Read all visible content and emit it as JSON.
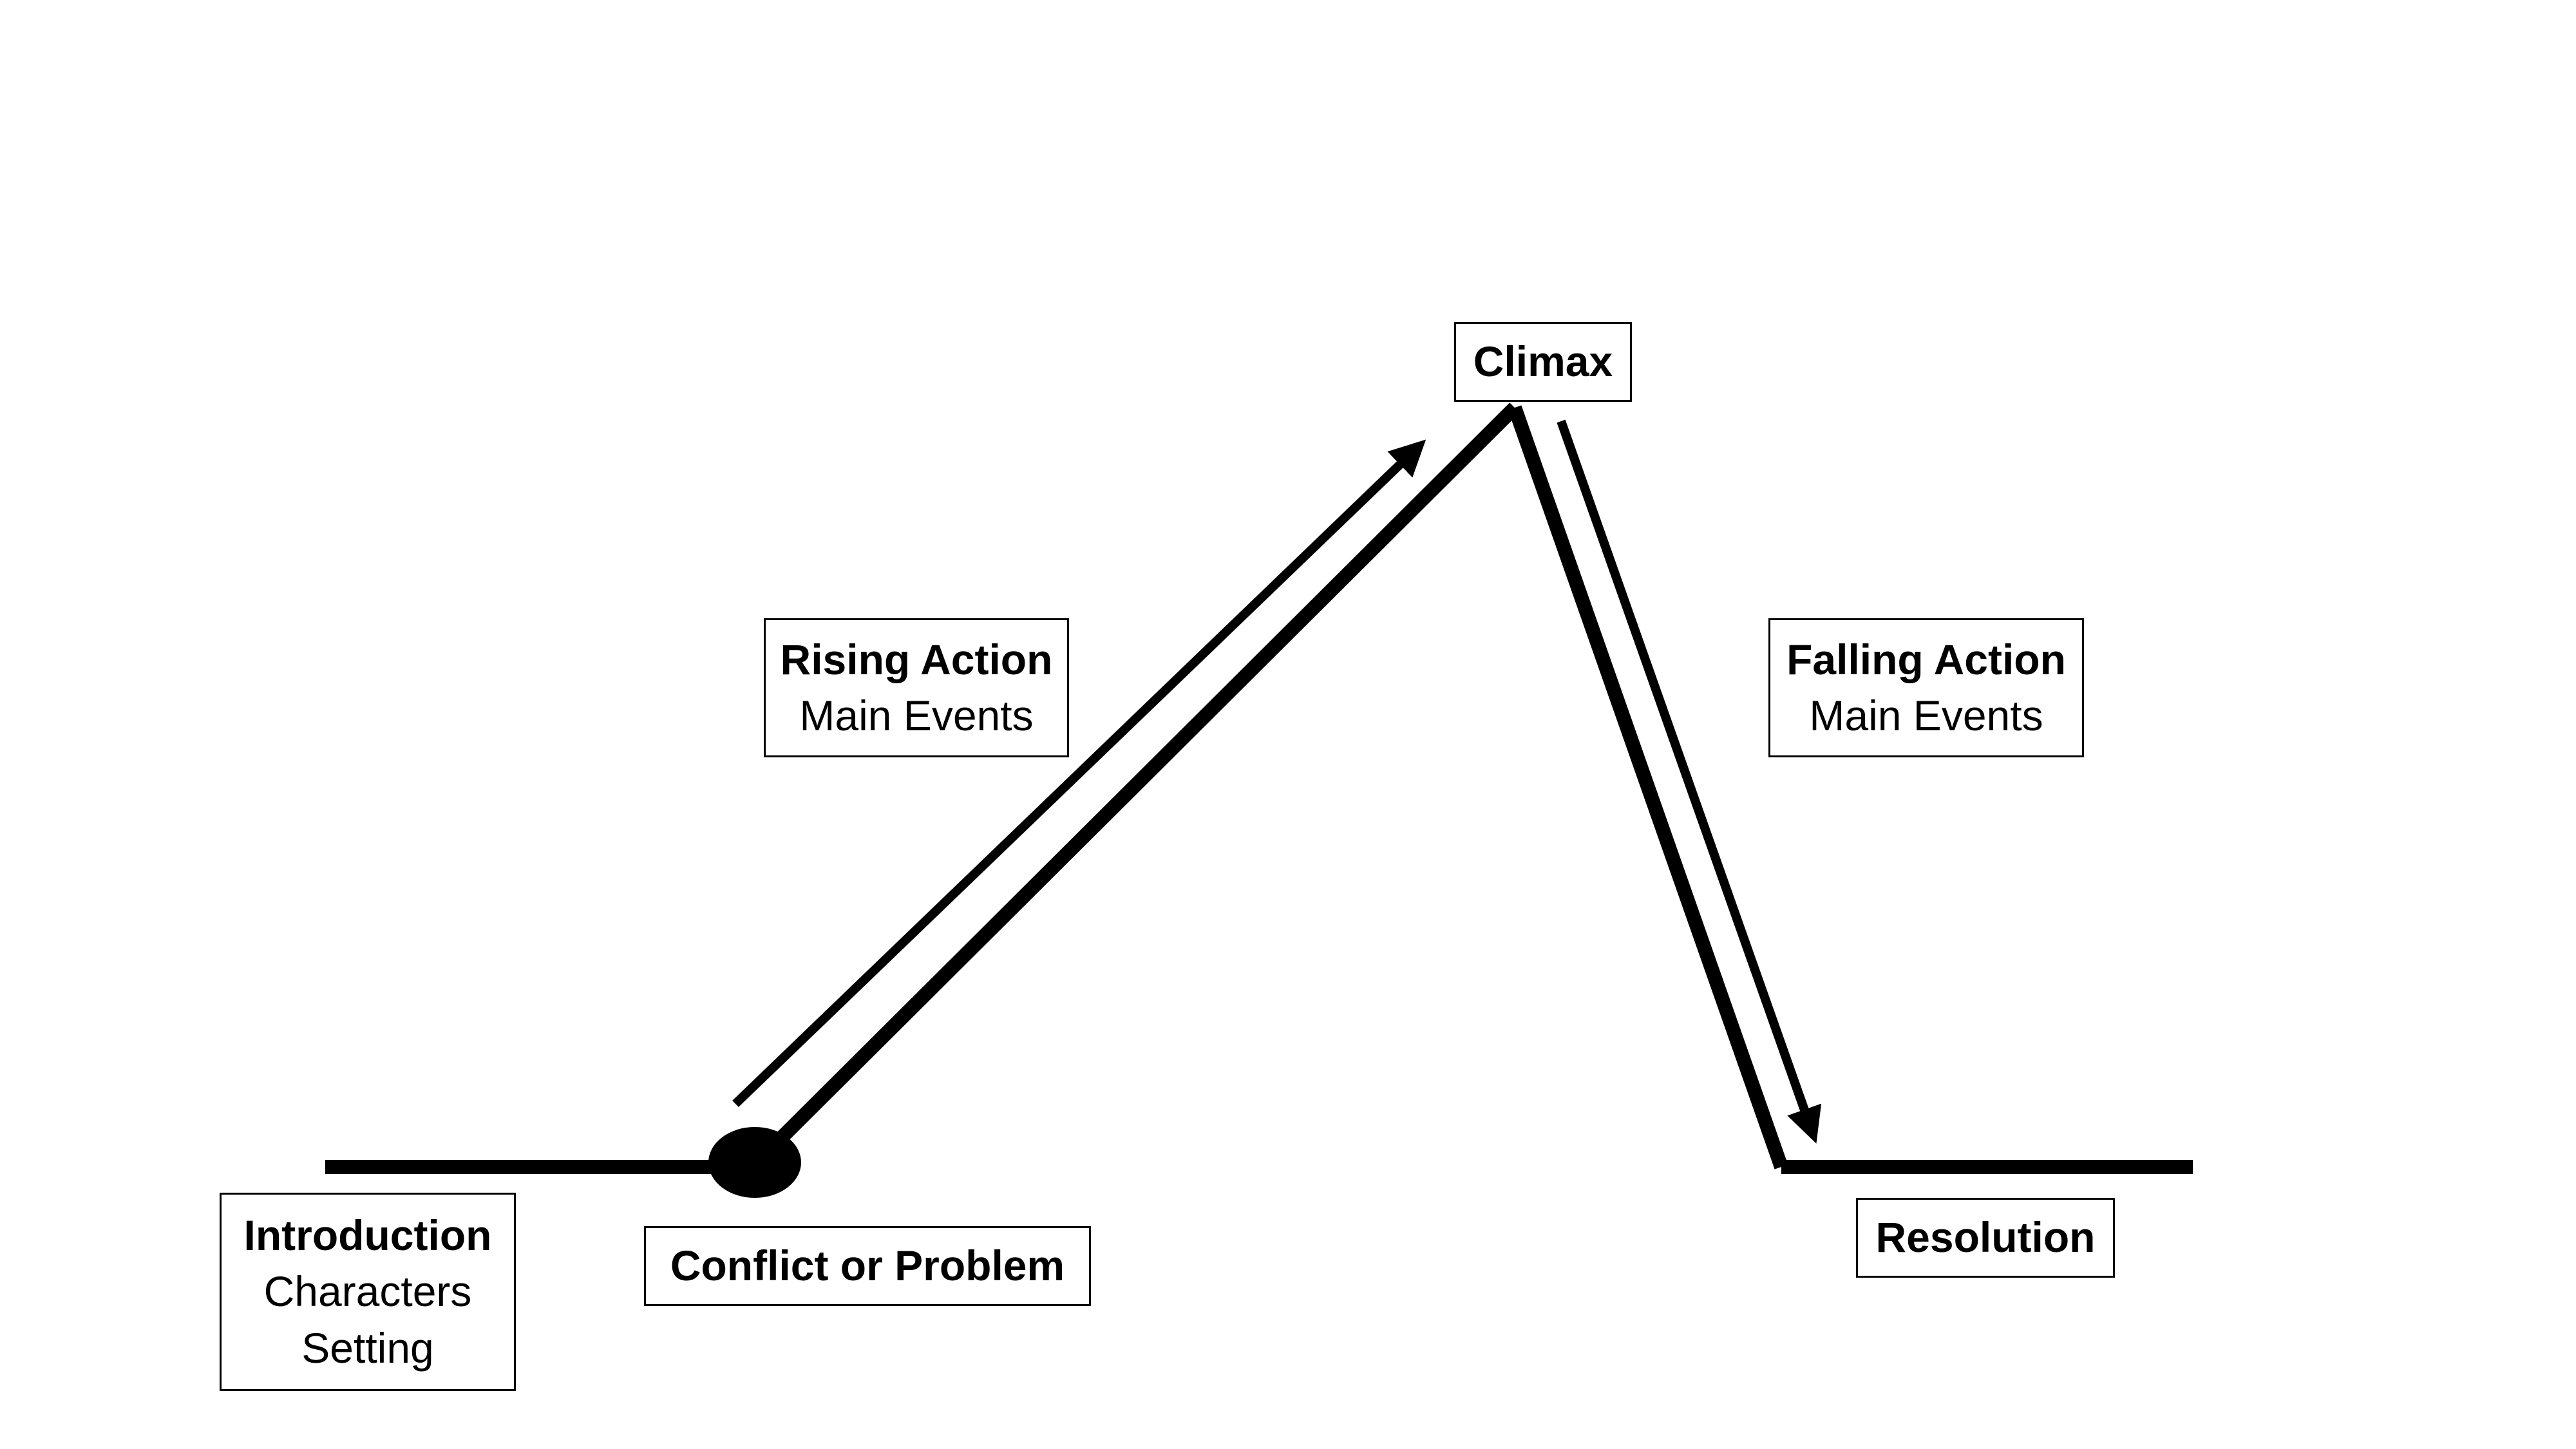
{
  "diagram": {
    "climax": {
      "title": "Climax"
    },
    "rising_action": {
      "title": "Rising Action",
      "detail": "Main Events"
    },
    "falling_action": {
      "title": "Falling Action",
      "detail": "Main Events"
    },
    "introduction": {
      "title": "Introduction",
      "details": [
        "Characters",
        "Setting"
      ]
    },
    "conflict": {
      "title": "Conflict or Problem"
    },
    "resolution": {
      "title": "Resolution"
    }
  },
  "colors": {
    "line": "#000000",
    "box_border": "#000000",
    "background": "#ffffff"
  }
}
